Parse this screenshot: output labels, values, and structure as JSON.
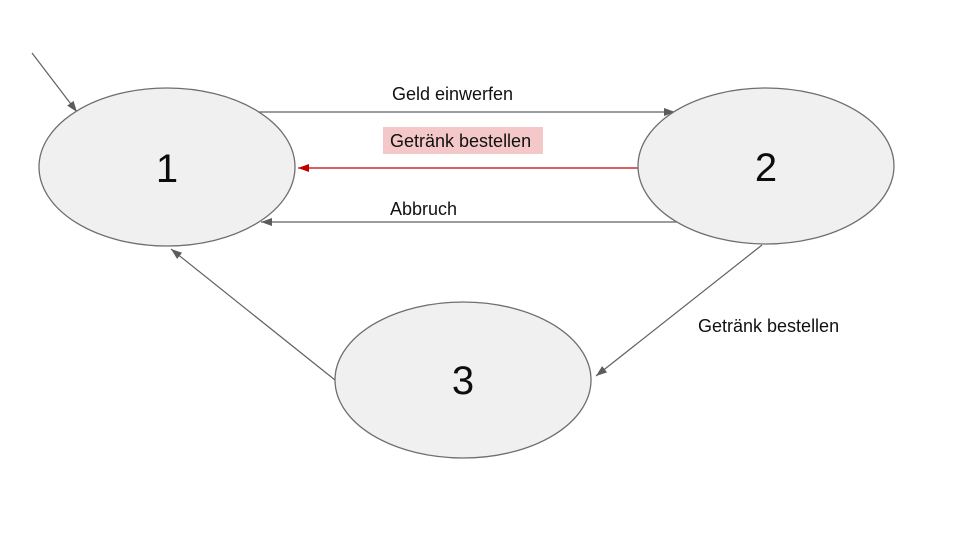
{
  "diagram": {
    "type": "state-machine",
    "states": [
      {
        "id": "1",
        "label": "1"
      },
      {
        "id": "2",
        "label": "2"
      },
      {
        "id": "3",
        "label": "3"
      }
    ],
    "transitions": [
      {
        "from": "start",
        "to": "1",
        "label": ""
      },
      {
        "from": "1",
        "to": "2",
        "label": "Geld einwerfen"
      },
      {
        "from": "2",
        "to": "1",
        "label": "Getränk bestellen",
        "highlighted": true
      },
      {
        "from": "2",
        "to": "1",
        "label": "Abbruch"
      },
      {
        "from": "2",
        "to": "3",
        "label": "Getränk bestellen"
      },
      {
        "from": "3",
        "to": "1",
        "label": ""
      }
    ],
    "colors": {
      "state_fill": "#f0f0f0",
      "state_stroke": "#6e6e6e",
      "edge_color": "#616161",
      "highlight_edge_color": "#c00000",
      "label_highlight_bg": "#f4c8c8",
      "text_color": "#111111",
      "background": "#ffffff"
    }
  }
}
